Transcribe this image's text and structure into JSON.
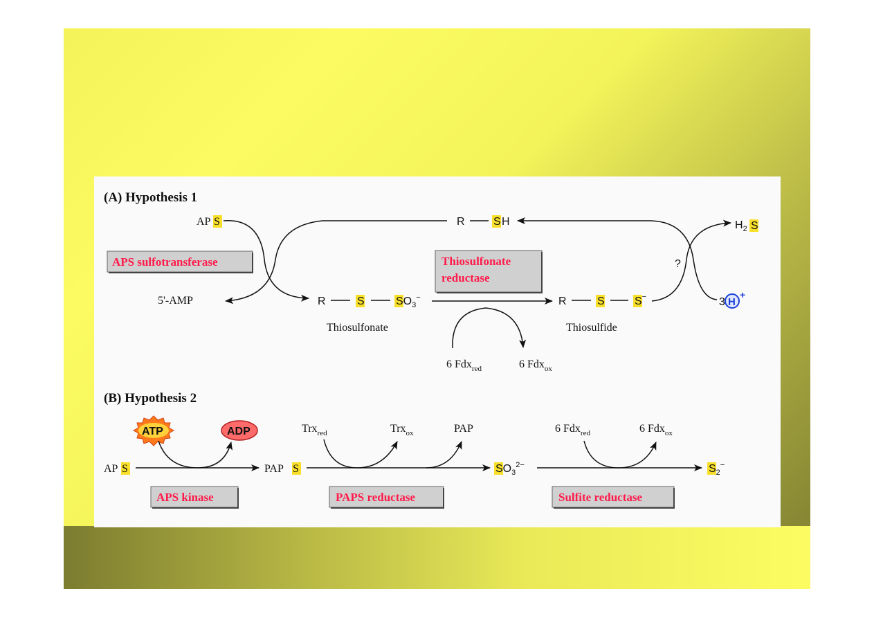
{
  "panel_a": {
    "header": "(A) Hypothesis 1",
    "aps_prefix": "AP",
    "s": "S",
    "amp": "5'-AMP",
    "enzyme_sulfotransferase": "APS sulfotransferase",
    "enzyme_thio_line1": "Thiosulfonate",
    "enzyme_thio_line2": "reductase",
    "r": "R",
    "h": "H",
    "so3_prefix": "O",
    "so3_sub": "3",
    "so3_sup": "−",
    "thiosulfonate_label": "Thiosulfonate",
    "thiosulfide_label": "Thiosulfide",
    "question": "?",
    "h2s_h": "H",
    "h2s_sub": "2",
    "three": "3",
    "h_circle": "H",
    "plus": "+",
    "s_minus": "−",
    "fdx_red_base": "6 Fdx",
    "fdx_red_sub": "red",
    "fdx_ox_base": "6 Fdx",
    "fdx_ox_sub": "ox"
  },
  "panel_b": {
    "header": "(B) Hypothesis 2",
    "atp": "ATP",
    "adp": "ADP",
    "aps_prefix": "AP",
    "paps_prefix": "PAP",
    "s": "S",
    "trx_base": "Trx",
    "trx_red_sub": "red",
    "trx_ox_sub": "ox",
    "pap": "PAP",
    "so3_prefix": "O",
    "so3_sub": "3",
    "so3_sup": "2−",
    "fdx_base": "6 Fdx",
    "fdx_red_sub": "red",
    "fdx_ox_sub": "ox",
    "s2_sub": "2",
    "s2_sup": "−",
    "enzyme_aps_kinase": "APS kinase",
    "enzyme_paps_reductase": "PAPS reductase",
    "enzyme_sulfite_reductase": "Sulfite reductase"
  },
  "colors": {
    "enzyme_text": "#ff1a4a",
    "enzyme_box": "#d0d0d0",
    "s_highlight": "#f8e02a",
    "atp_burst": "#ff7a1a",
    "adp_oval": "#ff6a6a",
    "h_circle": "#1a3fd8"
  }
}
